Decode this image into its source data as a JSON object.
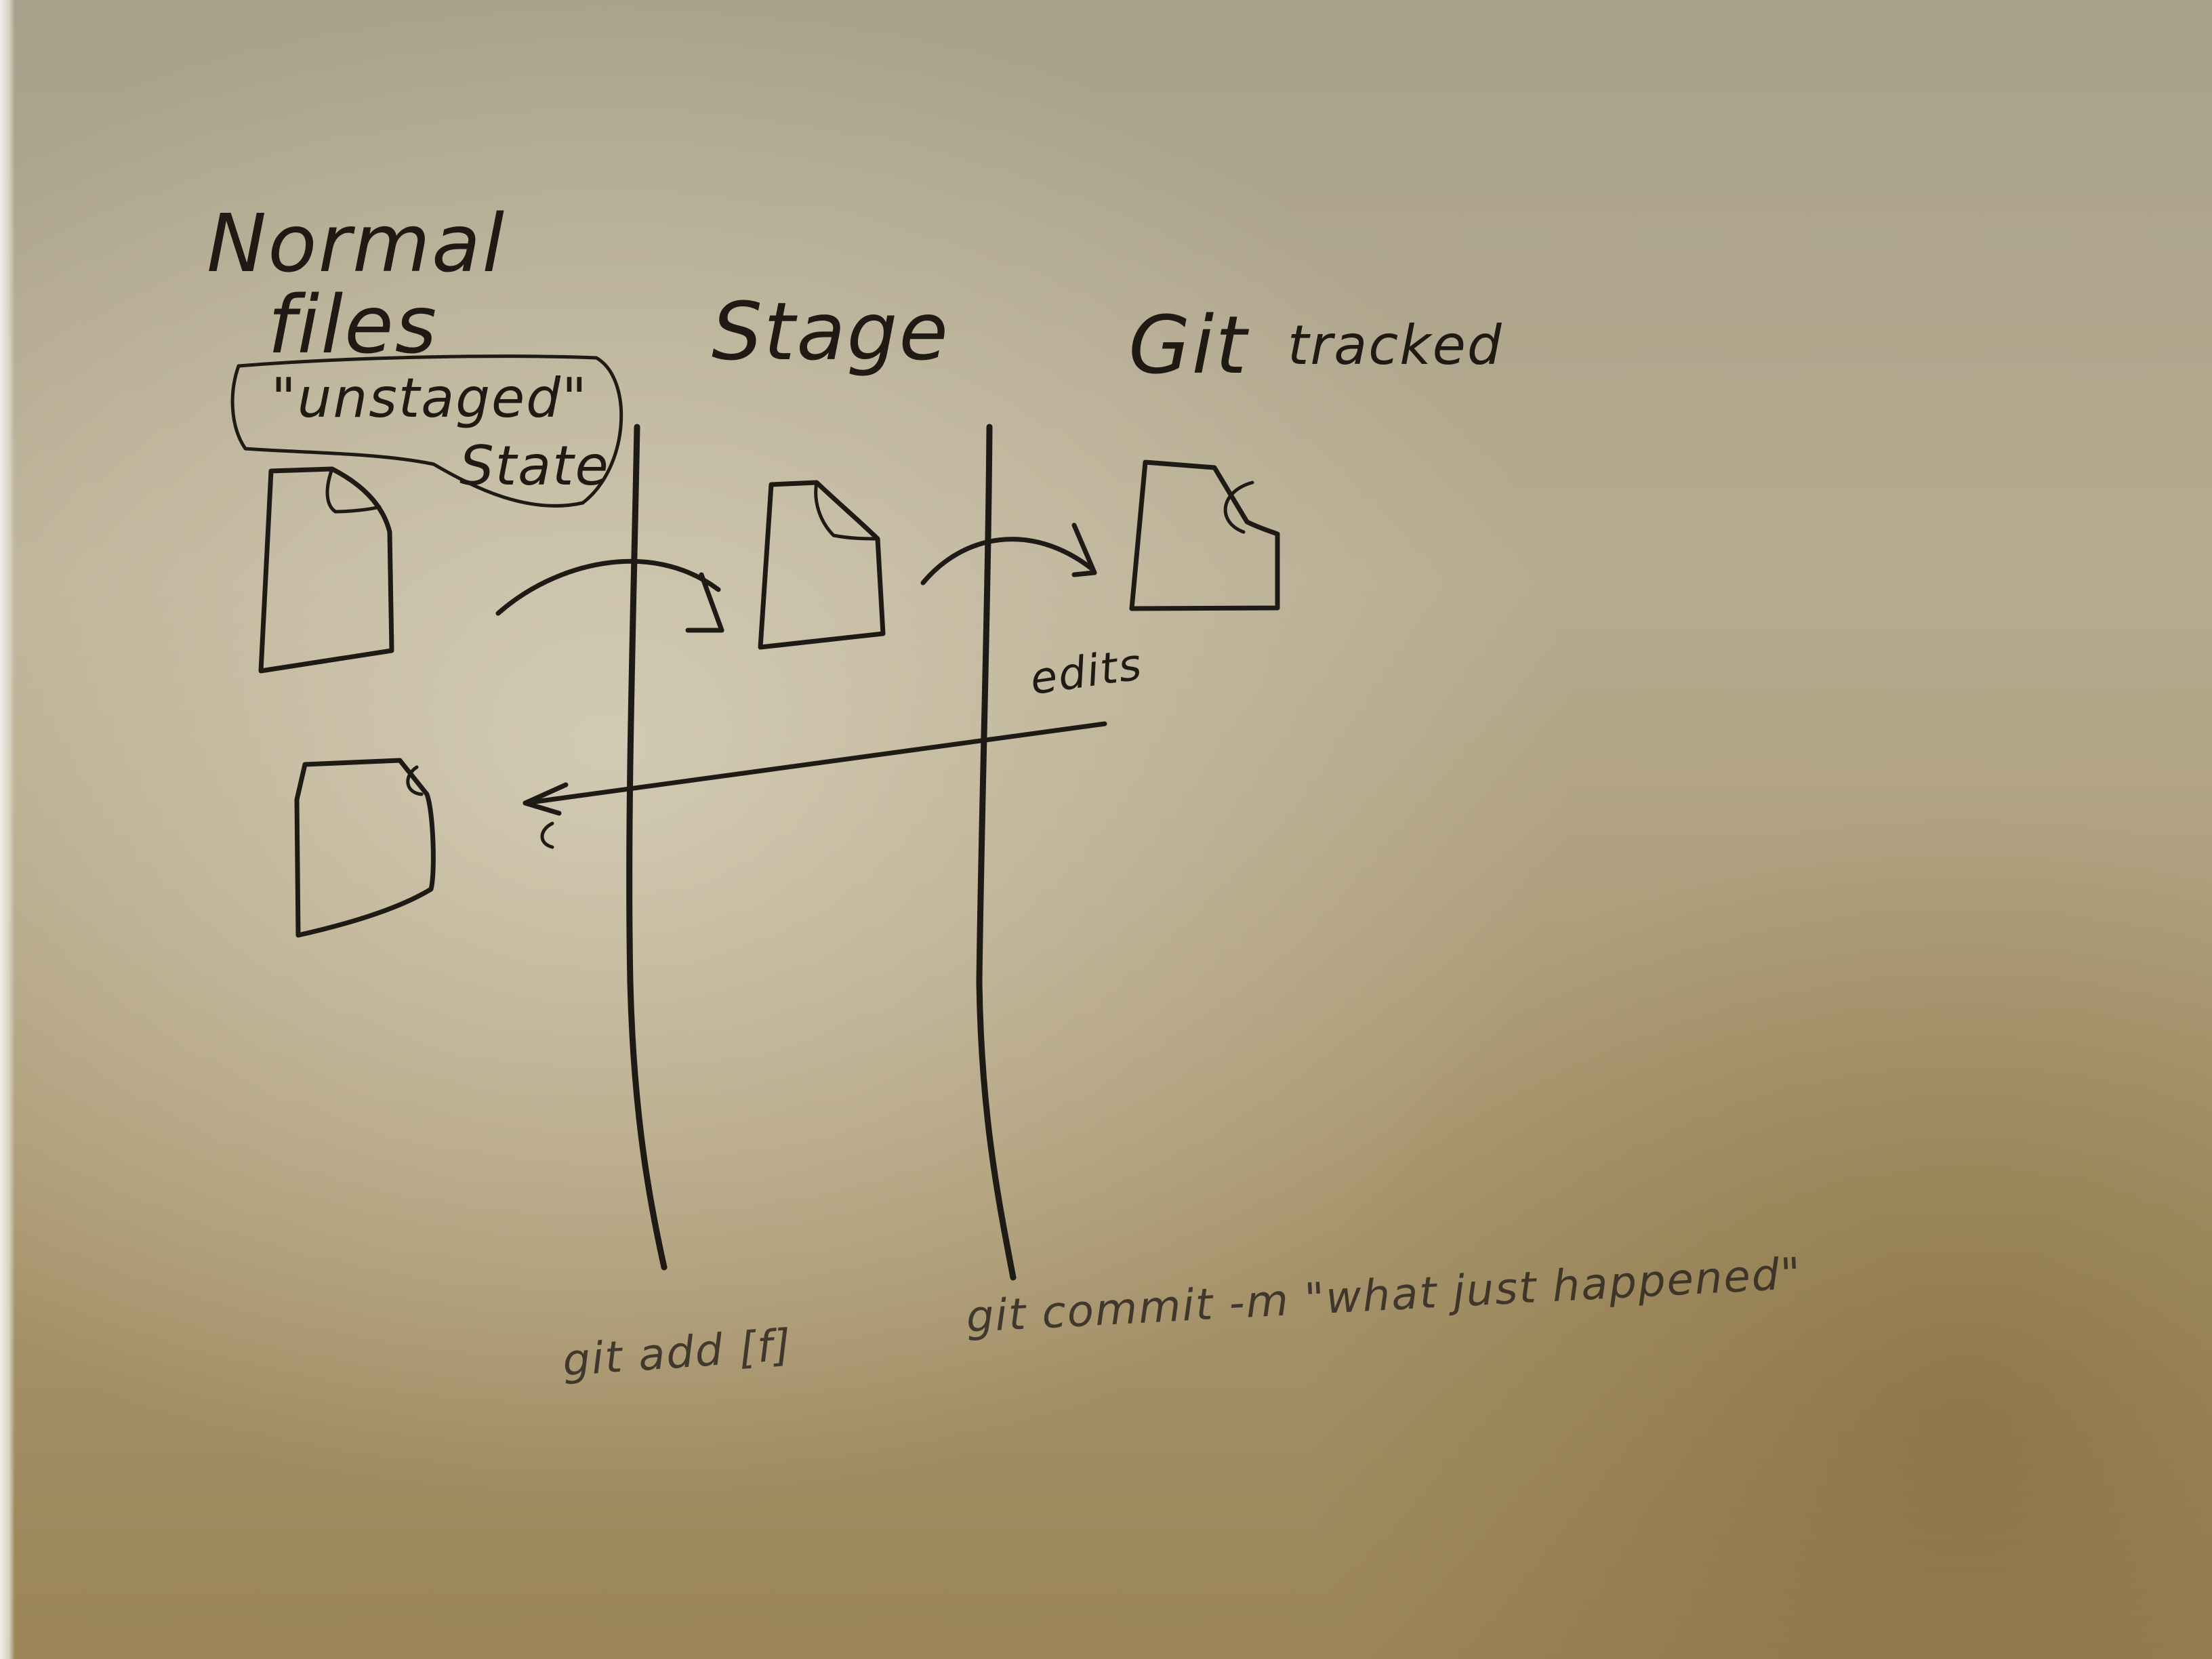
{
  "columns": [
    {
      "title_line1": "Normal",
      "title_line2": "files",
      "note_line1": "\"unstaged\"",
      "note_line2": "State"
    },
    {
      "title": "Stage"
    },
    {
      "title_word1": "Git",
      "title_word2": "tracked"
    }
  ],
  "arrows": {
    "edits_label": "edits"
  },
  "commands": {
    "add": "git add [f]",
    "commit": "git commit -m \"what just happened\""
  },
  "icons": [
    "file-unstaged-icon",
    "file-staged-icon",
    "file-tracked-icon",
    "file-edited-icon"
  ]
}
